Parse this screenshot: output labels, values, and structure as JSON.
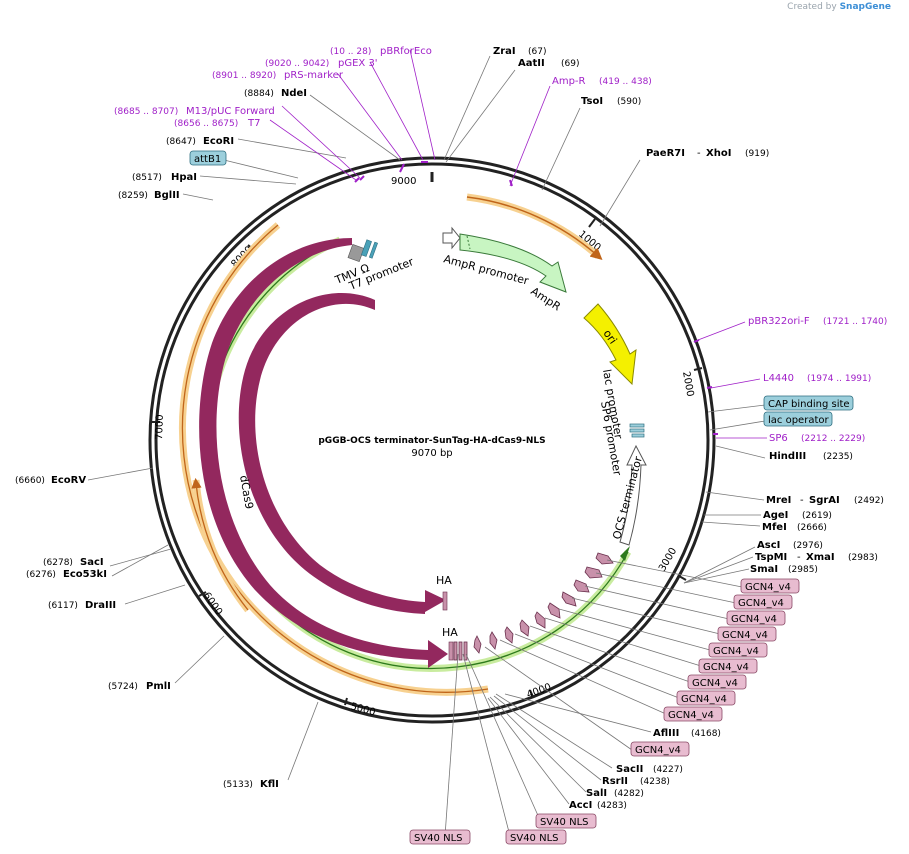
{
  "credit": {
    "prefix": "Created by",
    "brand": "SnapGene"
  },
  "plasmid": {
    "name": "pGGB-OCS terminator-SunTag-HA-dCas9-NLS",
    "length": "9070 bp"
  },
  "ticks": [
    "1000",
    "2000",
    "3000",
    "4000",
    "5000",
    "6000",
    "7000",
    "8000",
    "9000"
  ],
  "features": {
    "amp_promoter": "AmpR promoter",
    "ampr": "AmpR",
    "ori": "ori",
    "lac_promoter": "lac promoter",
    "sp6_promoter": "SP6 promoter",
    "ocs_terminator": "OCS terminator",
    "tmv": "TMV Ω",
    "t7_promoter": "T7 promoter",
    "dcas9": "dCas9",
    "cas9": "Cas9",
    "ha1": "HA",
    "ha2": "HA"
  },
  "labels": {
    "zrai": {
      "name": "ZraI",
      "pos": "(67)"
    },
    "aatii": {
      "name": "AatII",
      "pos": "(69)"
    },
    "ampr_primer": {
      "name": "Amp-R",
      "pos": "(419 .. 438)"
    },
    "tsoi": {
      "name": "TsoI",
      "pos": "(590)"
    },
    "paer7i": {
      "name": "PaeR7I",
      "sep": "-",
      "name2": "XhoI",
      "pos": "(919)"
    },
    "pbr322ori": {
      "name": "pBR322ori-F",
      "pos": "(1721 .. 1740)"
    },
    "l4440": {
      "name": "L4440",
      "pos": "(1974 .. 1991)"
    },
    "cap": {
      "name": "CAP binding site"
    },
    "lacop": {
      "name": "lac operator"
    },
    "sp6": {
      "name": "SP6",
      "pos": "(2212 .. 2229)"
    },
    "hindiii": {
      "name": "HindIII",
      "pos": "(2235)"
    },
    "mrei": {
      "name": "MreI",
      "sep": "-",
      "name2": "SgrAI",
      "pos": "(2492)"
    },
    "agei": {
      "name": "AgeI",
      "pos": "(2619)"
    },
    "mfei": {
      "name": "MfeI",
      "pos": "(2666)"
    },
    "asci": {
      "name": "AscI",
      "pos": "(2976)"
    },
    "tspmi": {
      "name": "TspMI",
      "sep": "-",
      "name2": "XmaI",
      "pos": "(2983)"
    },
    "smai": {
      "name": "SmaI",
      "pos": "(2985)"
    },
    "gcn": [
      "GCN4_v4",
      "GCN4_v4",
      "GCN4_v4",
      "GCN4_v4",
      "GCN4_v4",
      "GCN4_v4",
      "GCN4_v4",
      "GCN4_v4",
      "GCN4_v4",
      "GCN4_v4"
    ],
    "aflii": {
      "name": "AflIII",
      "pos": "(4168)"
    },
    "sacii": {
      "name": "SacII",
      "pos": "(4227)"
    },
    "rsrii": {
      "name": "RsrII",
      "pos": "(4238)"
    },
    "sali": {
      "name": "SalI",
      "pos": "(4282)"
    },
    "acci": {
      "name": "AccI",
      "pos": "(4283)"
    },
    "sv40": [
      "SV40 NLS",
      "SV40 NLS",
      "SV40 NLS"
    ],
    "kfli": {
      "name": "KflI",
      "pos": "(5133)"
    },
    "pmli": {
      "name": "PmlI",
      "pos": "(5724)"
    },
    "draiii": {
      "name": "DraIII",
      "pos": "(6117)"
    },
    "saci": {
      "name": "SacI",
      "pos": "(6278)"
    },
    "eco53ki": {
      "name": "Eco53kI",
      "pos": "(6276)"
    },
    "ecorv": {
      "name": "EcoRV",
      "pos": "(6660)"
    },
    "bglii": {
      "name": "BglII",
      "pos": "(8259)"
    },
    "hpai": {
      "name": "HpaI",
      "pos": "(8517)"
    },
    "attb1": {
      "name": "attB1"
    },
    "ecori": {
      "name": "EcoRI",
      "pos": "(8647)"
    },
    "t7": {
      "name": "T7",
      "pos": "(8656 .. 8675)"
    },
    "m13": {
      "name": "M13/pUC Forward",
      "pos": "(8685 .. 8707)"
    },
    "ndei": {
      "name": "NdeI",
      "pos": "(8884)"
    },
    "prs": {
      "name": "pRS-marker",
      "pos": "(8901 .. 8920)"
    },
    "pgex": {
      "name": "pGEX 3'",
      "pos": "(9020 .. 9042)"
    },
    "pbrforeco": {
      "name": "pBRforEco",
      "pos": "(10 .. 28)"
    }
  },
  "colors": {
    "backbone": "#222222",
    "ampr": "#c8f5c2",
    "ori": "#f4f000",
    "cas9": "#93285e",
    "orange_arc": "#f3b65a",
    "green_arc": "#8fd05a",
    "primer": "#a020c8",
    "gcn_fill": "#e8bcd0",
    "gcn_stroke": "#8a4a66",
    "blue_fill": "#9ccfdc",
    "blue_stroke": "#2f6f80"
  }
}
